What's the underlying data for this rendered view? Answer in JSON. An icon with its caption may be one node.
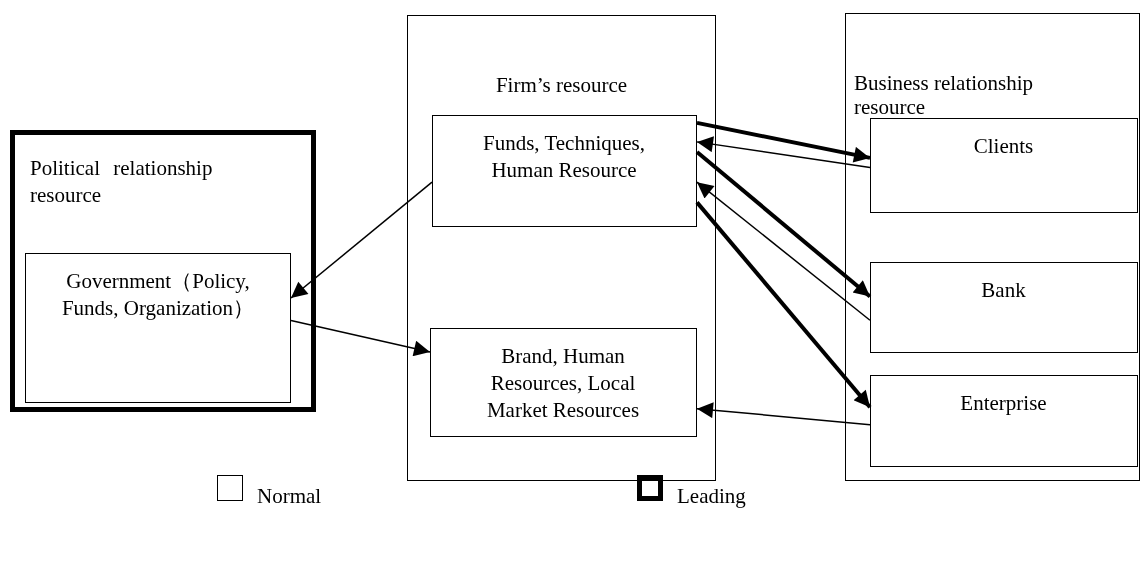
{
  "diagram": {
    "nodes": [
      {
        "text": [
          "Political relationship resource"
        ]
      },
      {
        "text": [
          "Government（Policy, Funds, Organization）"
        ],
        "in": 0
      },
      {
        "text": [
          "Firm’s resource"
        ]
      },
      {
        "text": [
          "Funds, Techniques, Human Resource"
        ],
        "in": 2
      },
      {
        "text": [
          "Brand, Human Resources, Local Market Resources"
        ],
        "in": 2
      },
      {
        "text": [
          "Business relationship resource"
        ]
      },
      {
        "text": [
          "Clients"
        ],
        "in": 5
      },
      {
        "text": [
          "Bank"
        ],
        "in": 5
      },
      {
        "text": [
          "Enterprise"
        ],
        "in": 5
      }
    ],
    "edges": [
      {
        "from": 3,
        "to": 1,
        "arrow": "to"
      },
      {
        "from": 1,
        "to": 4,
        "arrow": "to"
      },
      {
        "from": 3,
        "to": 6,
        "arrow": "to",
        "style": "thick"
      },
      {
        "from": 6,
        "to": 3,
        "arrow": "to"
      },
      {
        "from": 3,
        "to": 7,
        "arrow": "to",
        "style": "thick"
      },
      {
        "from": 7,
        "to": 3,
        "arrow": "to"
      },
      {
        "from": 3,
        "to": 8,
        "arrow": "to",
        "style": "thick"
      },
      {
        "from": 8,
        "to": 4,
        "arrow": "to"
      }
    ],
    "legend": [
      {
        "text": "Normal"
      },
      {
        "text": "Leading"
      }
    ]
  }
}
